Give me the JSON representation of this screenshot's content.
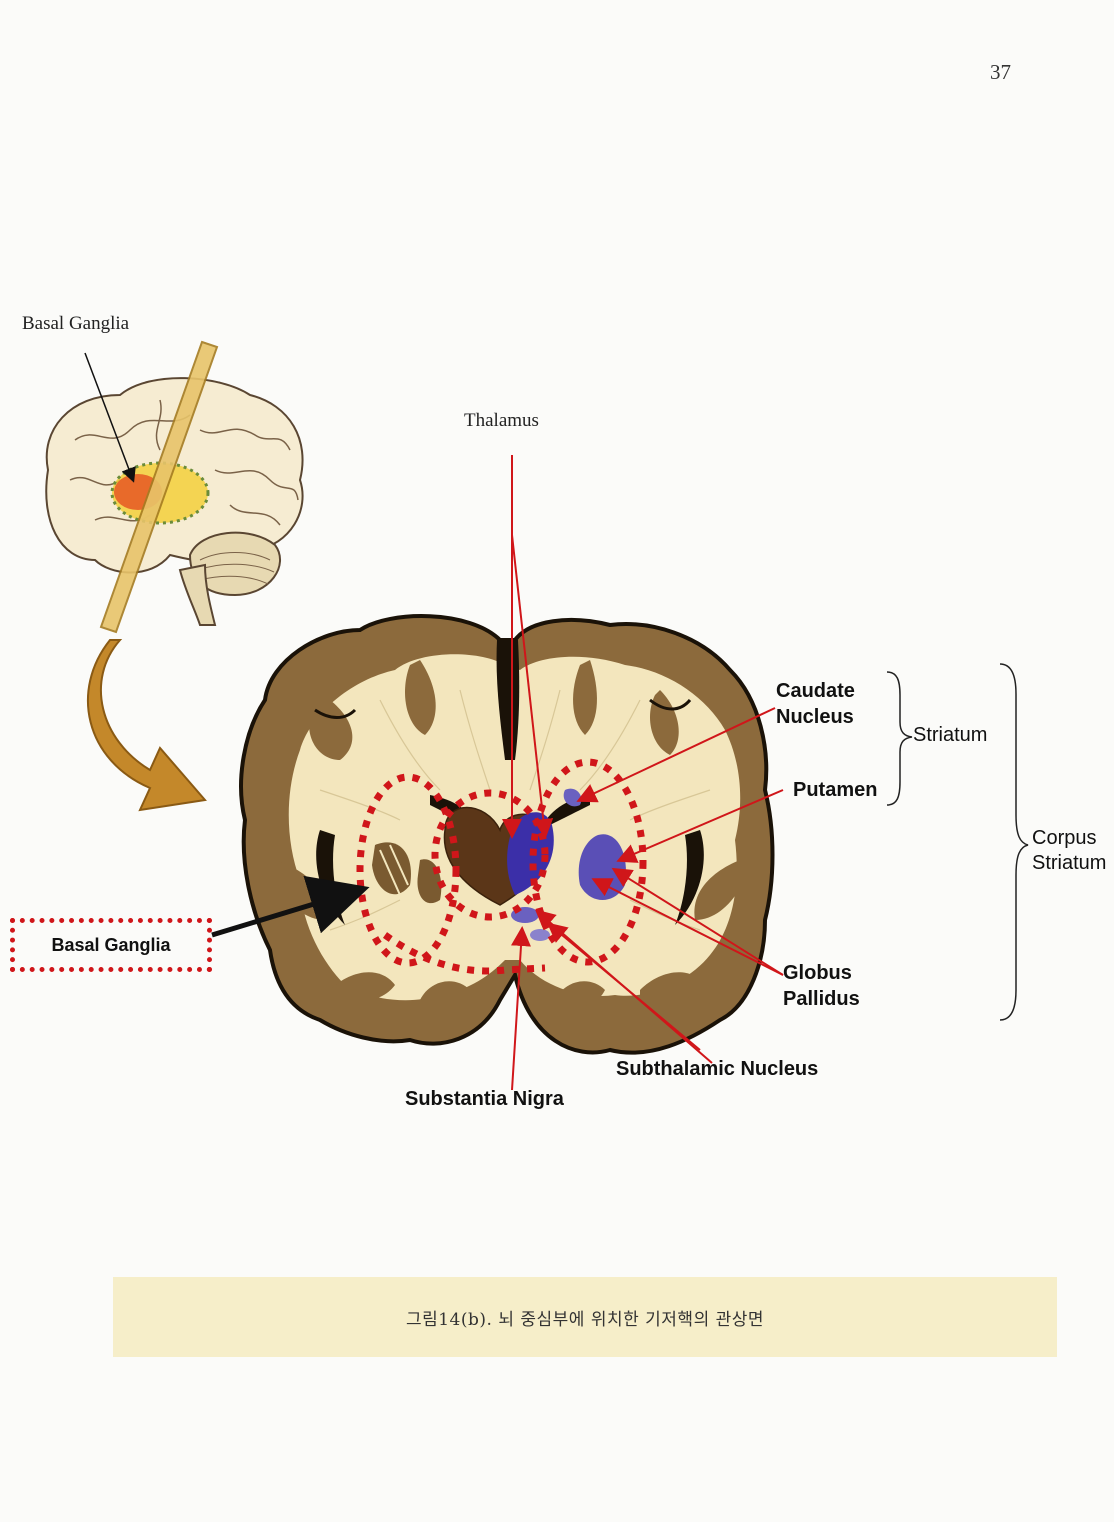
{
  "page_number": "37",
  "labels": {
    "basal_ganglia_top": "Basal Ganglia",
    "thalamus": "Thalamus",
    "caudate_nucleus": [
      "Caudate",
      "Nucleus"
    ],
    "putamen": "Putamen",
    "striatum": "Striatum",
    "corpus_striatum": [
      "Corpus",
      "Striatum"
    ],
    "globus_pallidus": [
      "Globus",
      "Pallidus"
    ],
    "subthalamic_nucleus": "Subthalamic Nucleus",
    "substantia_nigra": "Substantia Nigra",
    "basal_ganglia_box": "Basal Ganglia"
  },
  "caption": "그림14(b). 뇌 중심부에 위치한 기저핵의 관상면",
  "colors": {
    "highlight_red": "#d0161a",
    "cortex_brown": "#8c6a3c",
    "white_matter": "#f3e6bd",
    "nucleus_blue": "#3b2fa8",
    "caption_bg": "#f6eec9"
  }
}
